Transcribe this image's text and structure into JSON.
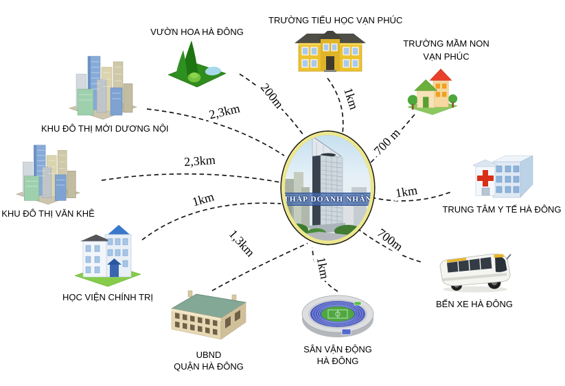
{
  "center": {
    "name": "THÁP DOANH NHÂN"
  },
  "locations": [
    {
      "id": "khu-do-thi-moi-duong-noi",
      "label": "KHU ĐÔ THỊ MỚI DƯƠNG NỘI",
      "distance": "2,3km",
      "icon": "city-buildings-icon"
    },
    {
      "id": "khu-do-thi-van-khe",
      "label": "KHU ĐÔ THỊ VĂN KHÊ",
      "distance": "2,3km",
      "icon": "city-buildings-icon"
    },
    {
      "id": "hoc-vien-chinh-tri",
      "label": "HỌC VIỆN CHÍNH TRỊ",
      "distance": "1km",
      "icon": "academy-building-icon"
    },
    {
      "id": "vuon-hoa-ha-dong",
      "label": "VƯỜN HOA HÀ ĐÔNG",
      "distance": "200m",
      "icon": "park-icon"
    },
    {
      "id": "truong-tieu-hoc-van-phuc",
      "label": "TRƯỜNG TIỂU HỌC VẠN PHÚC",
      "distance": "1km",
      "icon": "school-building-icon"
    },
    {
      "id": "truong-mam-non-van-phuc",
      "label_line1": "TRƯỜNG MẦM NON",
      "label_line2": "VẠN PHÚC",
      "distance": "700 m",
      "icon": "kindergarten-house-icon"
    },
    {
      "id": "trung-tam-y-te-ha-dong",
      "label": "TRUNG TÂM Y TẾ HÀ ĐÔNG",
      "distance": "1km",
      "icon": "hospital-icon"
    },
    {
      "id": "ben-xe-ha-dong",
      "label": "BẾN XE HÀ ĐÔNG",
      "distance": "700m",
      "icon": "bus-icon"
    },
    {
      "id": "san-van-dong-ha-dong",
      "label_line1": "SÂN VẬN ĐỘNG",
      "label_line2": "HÀ ĐÔNG",
      "distance": "1km",
      "icon": "stadium-icon"
    },
    {
      "id": "ubnd-quan-ha-dong",
      "label_line1": "UBND",
      "label_line2": "QUẬN HÀ ĐÔNG",
      "distance": "1,3km",
      "icon": "government-building-icon"
    }
  ],
  "colors": {
    "background": "#ffffff",
    "connector_dash": "#151515",
    "ring_yellow": "#ede78f",
    "banner_blue": "#4f74b8",
    "label_text": "#000000"
  }
}
